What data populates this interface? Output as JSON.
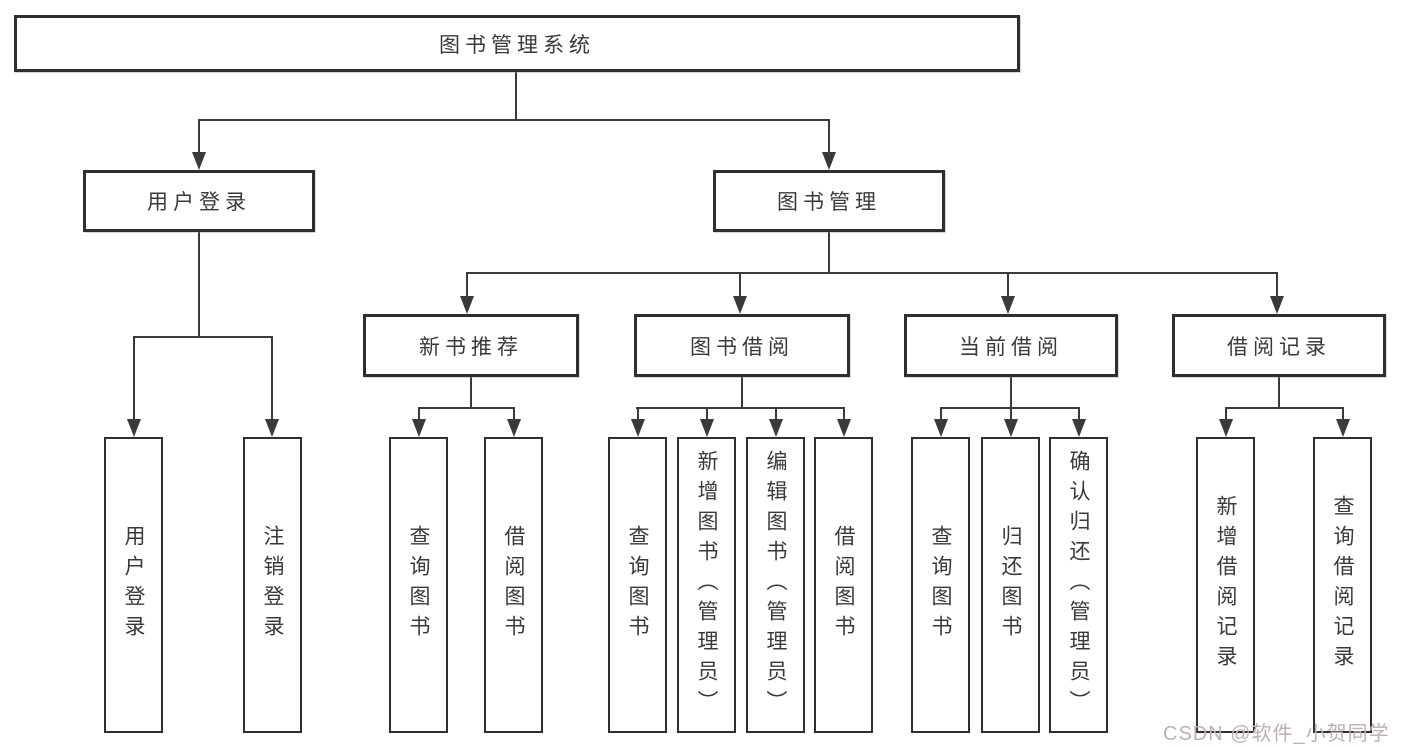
{
  "nodes": {
    "root": "图书管理系统",
    "user_login": "用户登录",
    "book_mgmt": "图书管理",
    "new_book_rec": "新书推荐",
    "book_borrow": "图书借阅",
    "current_borrow": "当前借阅",
    "borrow_record": "借阅记录",
    "leaf_user_login": "用户登录",
    "leaf_logout": "注销登录",
    "leaf_query_books_1": "查询图书",
    "leaf_borrow_books_1": "借阅图书",
    "leaf_query_books_2": "查询图书",
    "leaf_add_book_admin": "新增图书（管理员）",
    "leaf_edit_book_admin": "编辑图书（管理员）",
    "leaf_borrow_books_2": "借阅图书",
    "leaf_query_books_3": "查询图书",
    "leaf_return_books": "归还图书",
    "leaf_confirm_return_admin": "确认归还（管理员）",
    "leaf_add_borrow_record": "新增借阅记录",
    "leaf_query_borrow_record": "查询借阅记录"
  },
  "watermark": "CSDN @软件_小贺同学",
  "colors": {
    "line": "#3a3a3a",
    "box_border": "#2e2e2e",
    "box_fill": "#ffffff",
    "text": "#3a3a3a",
    "watermark": "#bcb0b3",
    "background": "#ffffff"
  }
}
